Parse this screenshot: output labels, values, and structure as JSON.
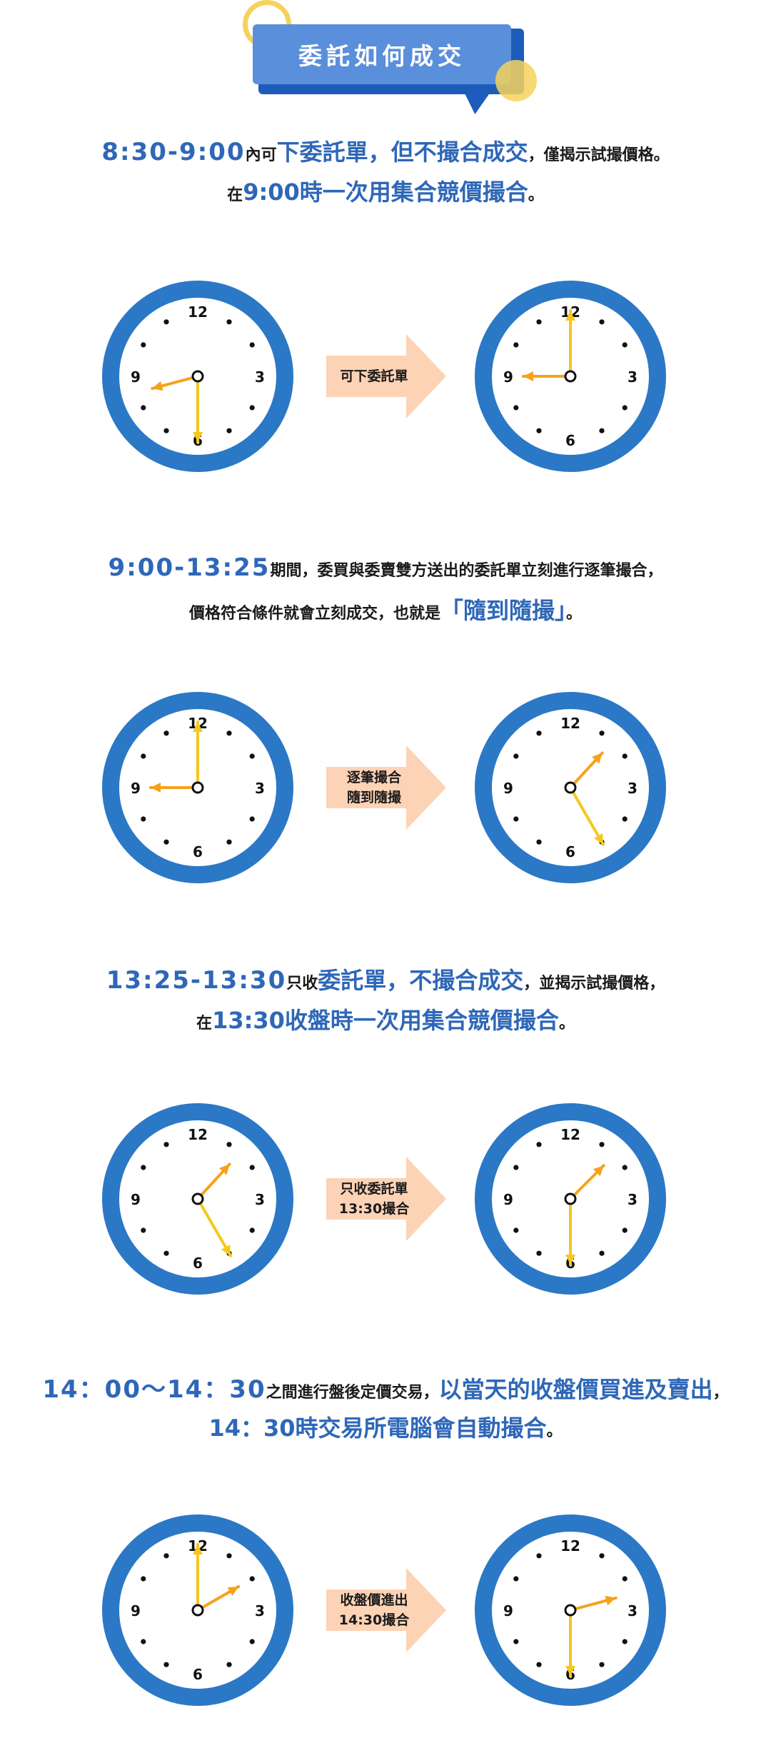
{
  "title": "委託如何成交",
  "sections": [
    {
      "text_line1": {
        "time": "8:30-9:00",
        "a": "內可",
        "b": "下委託單，但不撮合成交",
        "c": "，僅揭示試撮價格。"
      },
      "text_line2": {
        "a": "在",
        "b": "9:00時一次用集合競價撮合",
        "c": "。"
      },
      "arrow_line1": "可下委託單",
      "arrow_line2": ""
    },
    {
      "text_line1": {
        "time": "9:00-13:25",
        "a": "期間，委買與委賣雙方送出的委託單立刻進行逐筆撮合，"
      },
      "text_line2": {
        "a": "價格符合條件就會立刻成交，也就是",
        "b": "「隨到隨撮」",
        "c": "。"
      },
      "arrow_line1": "逐筆撮合",
      "arrow_line2": "隨到隨撮"
    },
    {
      "text_line1": {
        "time": "13:25-13:30",
        "a": "只收",
        "b": "委託單，不撮合成交",
        "c": "，並揭示試撮價格，"
      },
      "text_line2": {
        "a": "在",
        "b": "13:30收盤時一次用集合競價撮合",
        "c": "。"
      },
      "arrow_line1": "只收委託單",
      "arrow_line2": "13:30撮合"
    },
    {
      "text_line1": {
        "time": "14：00〜14：30",
        "a": "之間進行盤後定價交易，",
        "b": "以當天的收盤價買進及賣出",
        "c": "，"
      },
      "text_line2": {
        "a": "",
        "b": "14：30時交易所電腦會自動撮合",
        "c": "。"
      },
      "arrow_line1": "收盤價進出",
      "arrow_line2": "14:30撮合"
    }
  ],
  "clock_numbers": {
    "n12": "12",
    "n3": "3",
    "n6": "6",
    "n9": "9"
  },
  "clocks": [
    {
      "hour": 8.5,
      "minute": 30
    },
    {
      "hour": 9,
      "minute": 0
    },
    {
      "hour": 9,
      "minute": 0
    },
    {
      "hour": 13.42,
      "minute": 25
    },
    {
      "hour": 13.42,
      "minute": 25
    },
    {
      "hour": 13.5,
      "minute": 30
    },
    {
      "hour": 14,
      "minute": 0
    },
    {
      "hour": 14.5,
      "minute": 30
    }
  ],
  "colors": {
    "accent_blue": "#2e67b8",
    "clock_ring": "#2b78c6",
    "hour_hand": "#f5a21b",
    "minute_hand": "#f4c81e",
    "arrow_fill": "#fdd3b6",
    "badge_blue": "#5a8fdb",
    "badge_yellow": "#f6d25c"
  }
}
